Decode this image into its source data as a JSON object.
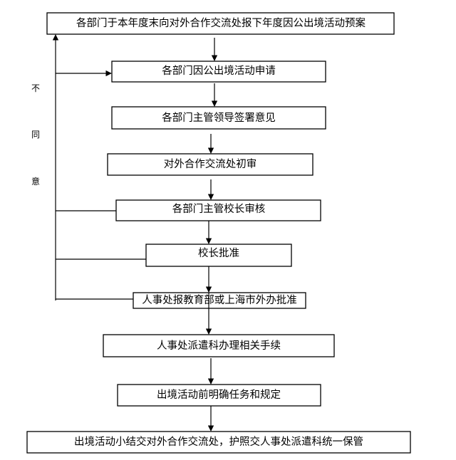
{
  "steps": [
    "各部门于本年度末向对外合作交流处报下年度因公出境活动预案",
    "各部门因公出境活动申请",
    "各部门主管领导签署意见",
    "对外合作交流处初审",
    "各部门主管校长审核",
    "校长批准",
    "人事处报教育部或上海市外办批准",
    "人事处派遣科办理相关手续",
    "出境活动前明确任务和规定",
    "出境活动小结交对外合作交流处，护照交人事处派遣科统一保管"
  ],
  "feedback_label": [
    "不",
    "同",
    "意"
  ]
}
